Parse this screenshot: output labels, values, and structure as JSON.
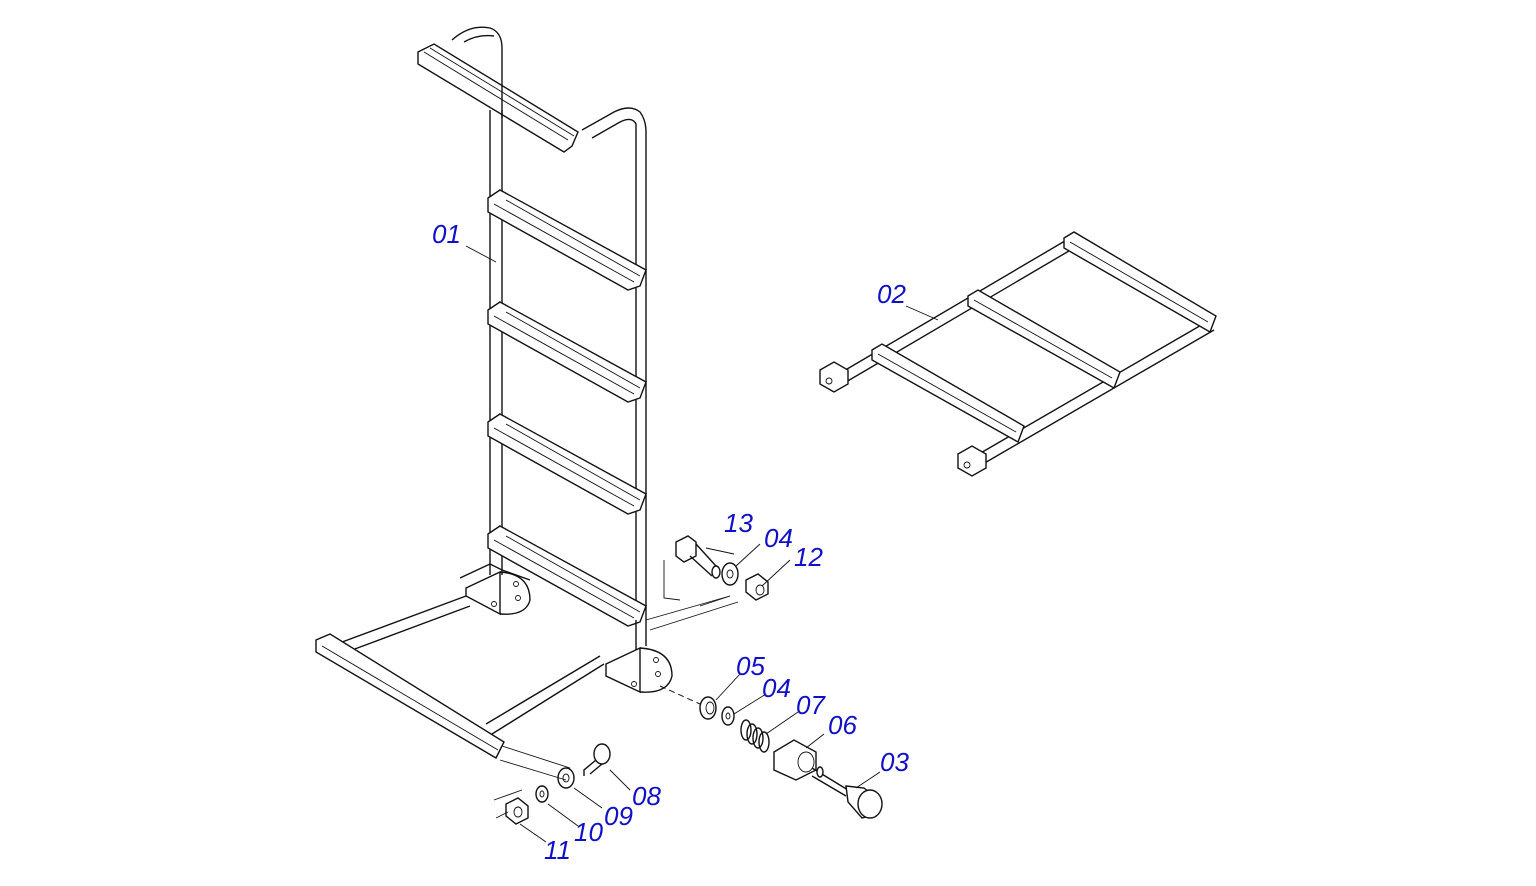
{
  "labels": {
    "p01": "01",
    "p02": "02",
    "p03": "03",
    "p04a": "04",
    "p04b": "04",
    "p05": "05",
    "p06": "06",
    "p07": "07",
    "p08": "08",
    "p09": "09",
    "p10": "10",
    "p11": "11",
    "p12": "12",
    "p13": "13"
  },
  "colors": {
    "label": "#1010c8",
    "line": "#111111",
    "background": "#ffffff"
  }
}
